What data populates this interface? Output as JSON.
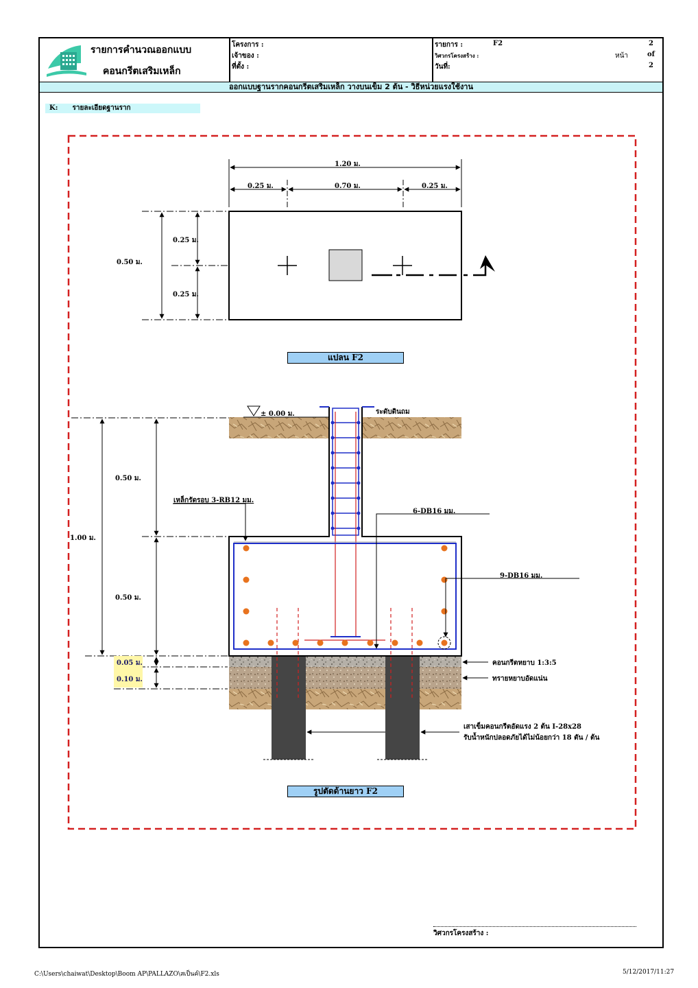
{
  "header": {
    "title_line1": "รายการคำนวณออกแบบ",
    "title_line2": "คอนกรีตเสริมเหล็ก",
    "project_label": "โครงการ :",
    "owner_label": "เจ้าของ :",
    "location_label": "ที่ตั้ง :",
    "item_label": "รายการ :",
    "item_value": "F2",
    "engineer_label": "วิศวกรโครงสร้าง :",
    "date_label": "วันที่:",
    "page_label": "หน้า",
    "page_no": "2",
    "of_label": "of",
    "page_total": "2"
  },
  "banner": "ออกแบบฐานรากคอนกรีตเสริมเหล็ก วางบนเข็ม  2 ต้น - วิธีหน่วยแรงใช้งาน",
  "section": {
    "code": "K:",
    "title": "รายละเอียดฐานราก"
  },
  "plan": {
    "dim_total": "1.20 ม.",
    "dim_left": "0.25 ม.",
    "dim_mid": "0.70 ม.",
    "dim_right": "0.25 ม.",
    "dim_height": "0.50 ม.",
    "dim_h_top": "0.25 ม.",
    "dim_h_bot": "0.25 ม.",
    "caption": "แปลน F2"
  },
  "section_view": {
    "ground_level": "± 0.00 ม.",
    "ground_label": "ระดับดินถม",
    "dim_col": "0.50 ม.",
    "dim_total": "1.00 ม.",
    "dim_footing": "0.50 ม.",
    "dim_lean": "0.05 ม.",
    "dim_sand": "0.10 ม.",
    "stirrup_label": "เหล็กรัดรอบ 3-RB12 มม.",
    "col_bar_label": "6-DB16 มม.",
    "footing_bar_label": "9-DB16 มม.",
    "lean_label": "คอนกรีตหยาบ 1:3:5",
    "sand_label": "ทรายหยาบอัดแน่น",
    "pile_label_1": "เสาเข็มคอนกรีตอัดแรง 2 ต้น I-28x28",
    "pile_label_2": "รับน้ำหนักปลอดภัยได้ไม่น้อยกว่า 18 ตัน / ต้น",
    "caption": "รูปตัดด้านยาว F2"
  },
  "signature_label": "วิศวกรโครงสร้าง :",
  "footer": {
    "path": "C:\\Users\\chaiwat\\Desktop\\Boom AP\\PALLAZO\\สเป็นค์\\F2.xls",
    "timestamp": "5/12/2017/11:27"
  },
  "colors": {
    "banner_bg": "#c9f3f7",
    "caption_bg": "#9fd0f5",
    "dashed_border": "#d42020",
    "rebar_blue": "#1e2ec9",
    "rebar_orange": "#e8731e",
    "rebar_red": "#d22020",
    "pile": "#444444",
    "soil": "#c9a87c",
    "dim_highlight": "#fff7a8"
  }
}
